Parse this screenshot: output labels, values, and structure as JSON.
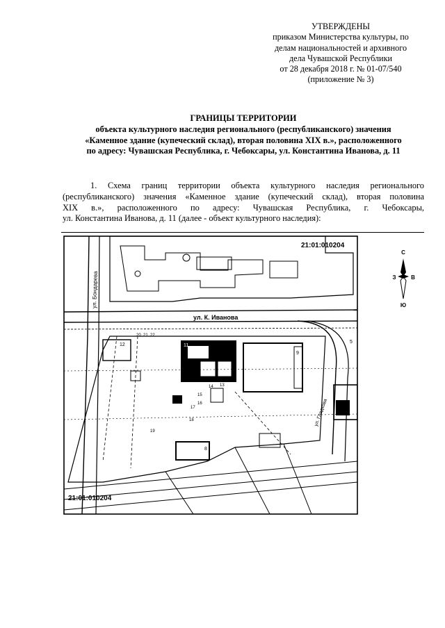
{
  "approval": {
    "lines": [
      "УТВЕРЖДЕНЫ",
      "приказом Министерства культуры, по",
      "делам национальностей и архивного",
      "дела Чувашской Республики",
      "от 28 декабря 2018 г. № 01-07/540",
      "(приложение № 3)"
    ]
  },
  "heading": {
    "title": "ГРАНИЦЫ ТЕРРИТОРИИ",
    "lines": [
      "объекта культурного наследия регионального (республиканского) значения",
      "«Каменное здание (купеческий склад), вторая половина XIX в.», расположенного",
      "по адресу: Чувашская Республика, г. Чебоксары, ул. Константина Иванова, д. 11"
    ]
  },
  "paragraph": {
    "lines": [
      "1. Схема границ территории объекта культурного наследия регионального",
      "(республиканского) значения «Каменное здание (купеческий склад), вторая половина",
      "XIX в.», расположенного по адресу: Чувашская Республика, г. Чебоксары,",
      "ул. Константина Иванова, д. 11 (далее - объект культурного наследия):"
    ]
  },
  "map": {
    "cadastral_top": "21:01:010204",
    "cadastral_bottom": "21:01:010204",
    "street_main": "ул. К. Иванова",
    "street_side": "ул. Бондарева",
    "street_right": "ул. Гладкова",
    "compass": {
      "north": "С",
      "south": "Ю",
      "west": "З",
      "east": "В"
    },
    "building_numbers": [
      "11",
      "12",
      "9",
      "8",
      "5",
      "13",
      "14",
      "15",
      "16",
      "17",
      "18",
      "19",
      "20",
      "21",
      "22"
    ]
  }
}
